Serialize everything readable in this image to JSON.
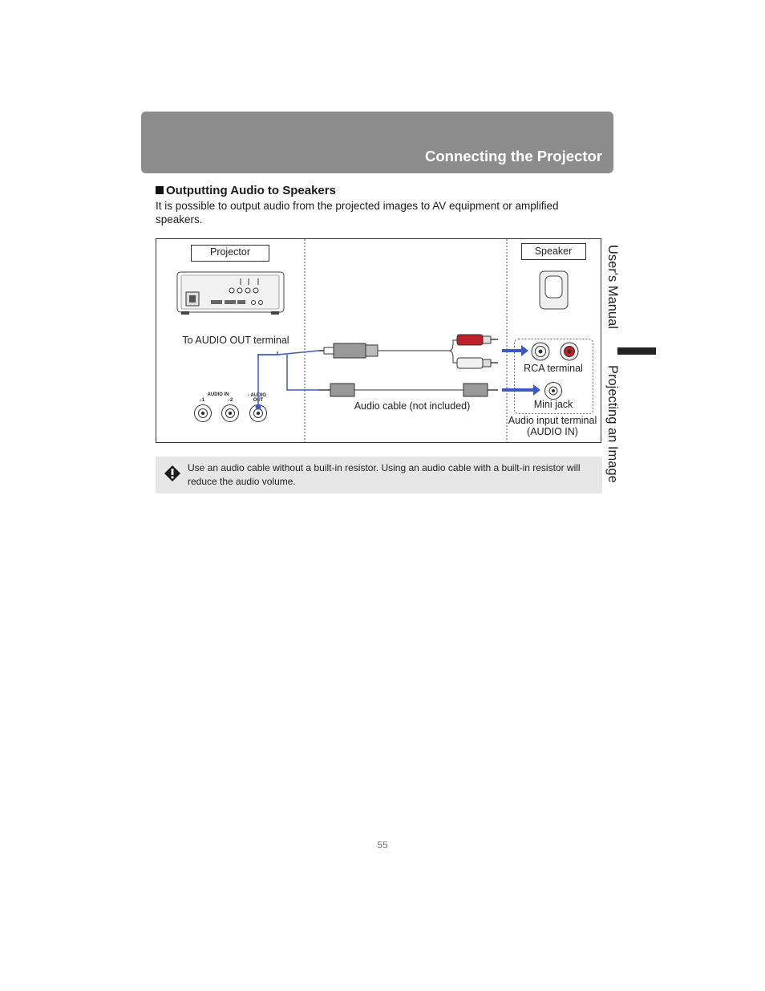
{
  "header": {
    "title": "Connecting the Projector"
  },
  "section": {
    "heading": "Outputting Audio to Speakers",
    "intro": "It is possible to output audio from the projected images to AV equipment or amplified speakers."
  },
  "side_tab": {
    "manual": "User's Manual",
    "chapter": "Projecting an Image"
  },
  "diagram": {
    "projector_label": "Projector",
    "speaker_label": "Speaker",
    "audio_out_label": "To AUDIO OUT terminal",
    "audio_in_small": "AUDIO IN",
    "port1_small": "♪1",
    "port2_small": "♪2",
    "audio_out_small": "♪ AUDIO",
    "audio_out_small2": "OUT",
    "cable_label": "Audio cable (not included)",
    "rca_label": "RCA terminal",
    "mini_jack_label": "Mini jack",
    "input_terminal_label": "Audio input terminal",
    "input_terminal_label2": "(AUDIO IN)",
    "colors": {
      "connector_blue": "#3a5bbf",
      "rca_red": "#c0202a",
      "arrow_blue": "#3a5bbf"
    }
  },
  "caution": {
    "icon": "caution-icon",
    "text": "Use an audio cable without a built-in resistor. Using an audio cable with a built-in resistor will reduce the audio volume."
  },
  "page_number": "55"
}
